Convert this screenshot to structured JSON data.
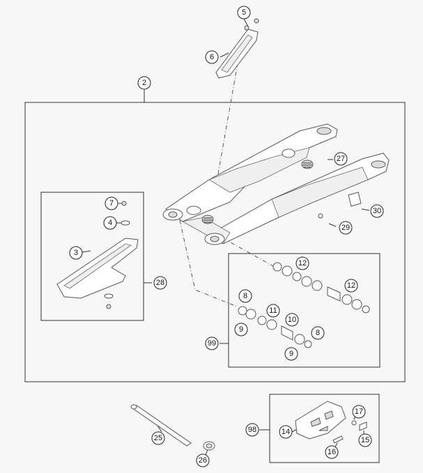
{
  "callouts": {
    "c2": "2",
    "c3": "3",
    "c4": "4",
    "c5": "5",
    "c6": "6",
    "c7": "7",
    "c8a": "8",
    "c8b": "8",
    "c9a": "9",
    "c9b": "9",
    "c10": "10",
    "c11": "11",
    "c12a": "12",
    "c12b": "12",
    "c14": "14",
    "c15": "15",
    "c16": "16",
    "c17": "17",
    "c25": "25",
    "c26": "26",
    "c27": "27",
    "c28": "28",
    "c29": "29",
    "c30": "30",
    "c98": "98",
    "c99": "99"
  }
}
